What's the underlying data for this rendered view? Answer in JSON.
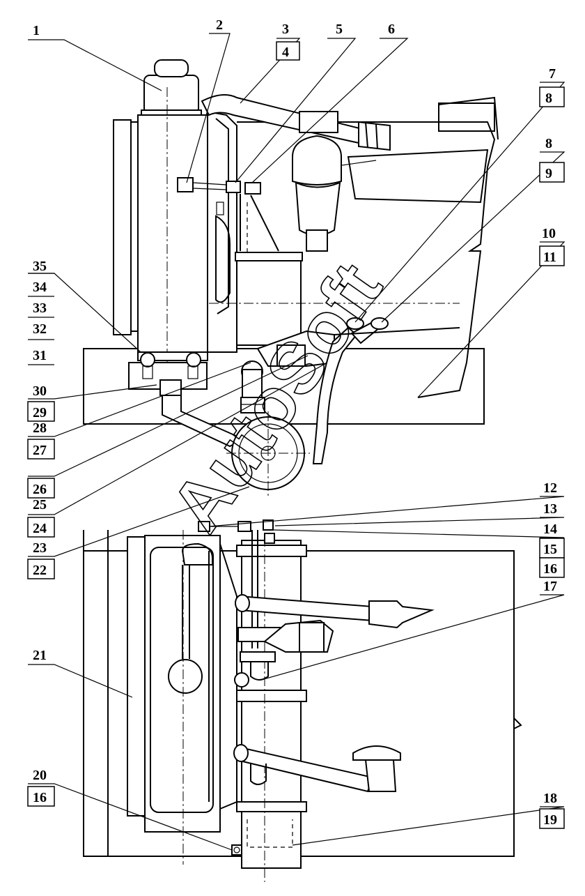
{
  "watermark": "AutoSoft",
  "callouts_left": [
    {
      "id": "c1",
      "label": "1",
      "boxed": false
    },
    {
      "id": "c35",
      "label": "35",
      "boxed": false
    },
    {
      "id": "c34",
      "label": "34",
      "boxed": false
    },
    {
      "id": "c33",
      "label": "33",
      "boxed": false
    },
    {
      "id": "c32",
      "label": "32",
      "boxed": false
    },
    {
      "id": "c31",
      "label": "31",
      "boxed": false
    },
    {
      "id": "c30",
      "label": "30",
      "boxed": false
    },
    {
      "id": "c29",
      "label": "29",
      "boxed": true
    },
    {
      "id": "c28",
      "label": "28",
      "boxed": false
    },
    {
      "id": "c27",
      "label": "27",
      "boxed": true
    },
    {
      "id": "c26",
      "label": "26",
      "boxed": true
    },
    {
      "id": "c25",
      "label": "25",
      "boxed": false
    },
    {
      "id": "c24",
      "label": "24",
      "boxed": true
    },
    {
      "id": "c23",
      "label": "23",
      "boxed": false
    },
    {
      "id": "c22",
      "label": "22",
      "boxed": true
    },
    {
      "id": "c21",
      "label": "21",
      "boxed": false
    },
    {
      "id": "c20",
      "label": "20",
      "boxed": false
    },
    {
      "id": "c16b",
      "label": "16",
      "boxed": true
    }
  ],
  "callouts_top": [
    {
      "id": "c2",
      "label": "2",
      "boxed": false
    },
    {
      "id": "c3",
      "label": "3",
      "boxed": false
    },
    {
      "id": "c4",
      "label": "4",
      "boxed": true
    },
    {
      "id": "c5",
      "label": "5",
      "boxed": false
    },
    {
      "id": "c6",
      "label": "6",
      "boxed": false
    }
  ],
  "callouts_right": [
    {
      "id": "c7",
      "label": "7",
      "boxed": false
    },
    {
      "id": "c8a",
      "label": "8",
      "boxed": true
    },
    {
      "id": "c8b",
      "label": "8",
      "boxed": false
    },
    {
      "id": "c9",
      "label": "9",
      "boxed": true
    },
    {
      "id": "c10",
      "label": "10",
      "boxed": false
    },
    {
      "id": "c11",
      "label": "11",
      "boxed": true
    },
    {
      "id": "c12",
      "label": "12",
      "boxed": false
    },
    {
      "id": "c13",
      "label": "13",
      "boxed": false
    },
    {
      "id": "c14",
      "label": "14",
      "boxed": false
    },
    {
      "id": "c15",
      "label": "15",
      "boxed": true
    },
    {
      "id": "c16a",
      "label": "16",
      "boxed": true
    },
    {
      "id": "c17",
      "label": "17",
      "boxed": false
    },
    {
      "id": "c18",
      "label": "18",
      "boxed": false
    },
    {
      "id": "c19",
      "label": "19",
      "boxed": true
    }
  ]
}
